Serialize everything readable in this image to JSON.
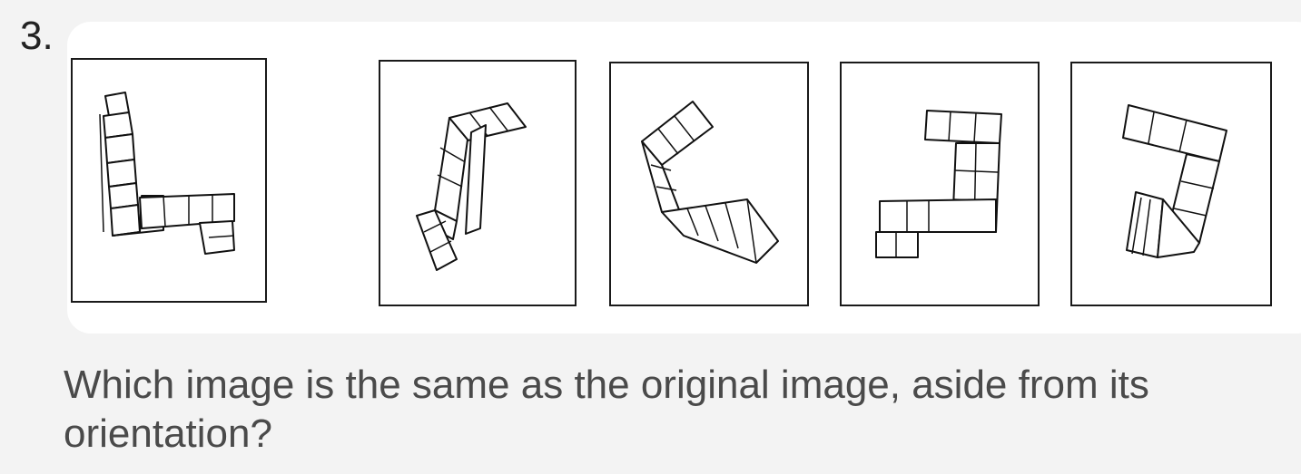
{
  "question": {
    "number": "3.",
    "text": "Which image is the same as the original image, aside from its orientation?"
  },
  "figures": [
    {
      "role": "original"
    },
    {
      "role": "option"
    },
    {
      "role": "option"
    },
    {
      "role": "option"
    },
    {
      "role": "option"
    }
  ]
}
